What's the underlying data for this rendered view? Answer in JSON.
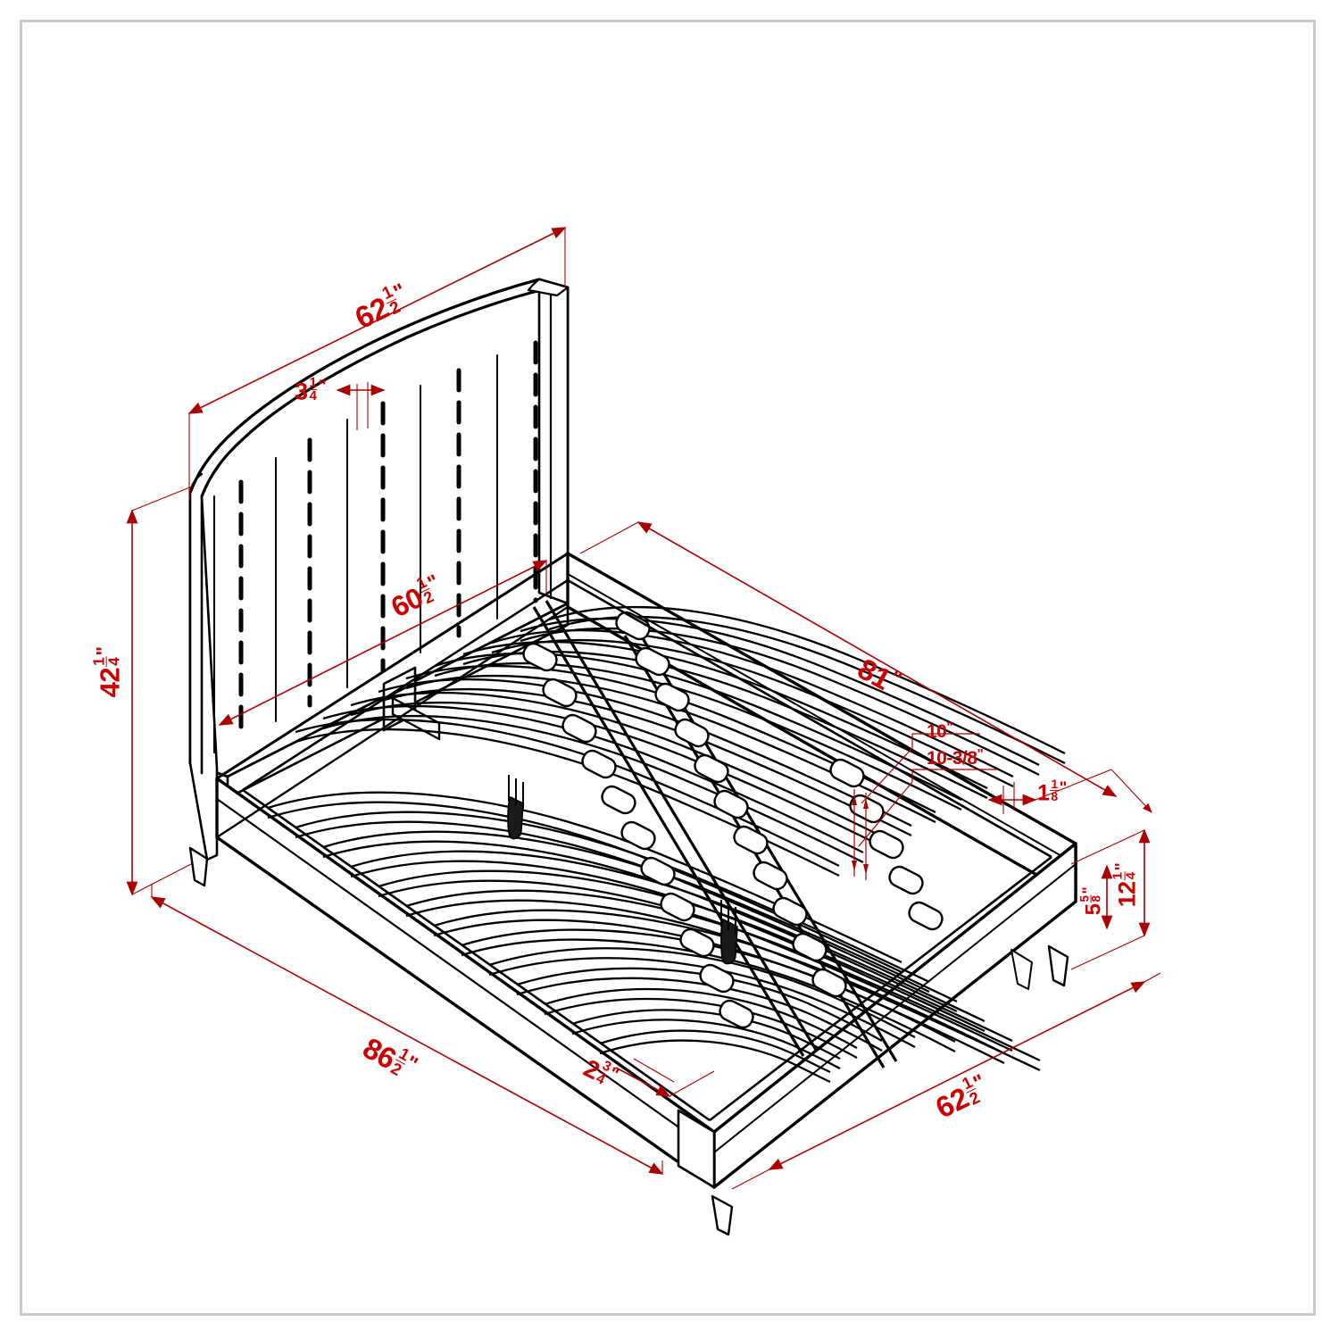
{
  "drawing": {
    "title": "Upholstered Platform Bed Frame - Dimensioned Isometric",
    "units": "inches",
    "line_color": "#000000",
    "dimension_color": "#cc0000",
    "border_color": "#c9c9c9",
    "background": "#ffffff"
  },
  "dimensions": {
    "headboard_top_width": {
      "whole": "62",
      "num": "1",
      "den": "2",
      "mark": "\"",
      "label": "62 1/2\""
    },
    "headboard_channel_spacing": {
      "whole": "3",
      "num": "1",
      "den": "4",
      "mark": "\"",
      "label": "3 1/4\""
    },
    "headboard_inner_width": {
      "whole": "60",
      "num": "1",
      "den": "2",
      "mark": "\"",
      "label": "60 1/2\""
    },
    "headboard_height": {
      "whole": "42",
      "num": "1",
      "den": "4",
      "mark": "\"",
      "label": "42 1/4\""
    },
    "frame_inner_length": {
      "whole": "81",
      "num": "",
      "den": "",
      "mark": "\"",
      "label": "81\""
    },
    "slat_spacing_top": {
      "whole": "10",
      "num": "",
      "den": "",
      "mark": "\"",
      "label": "10\""
    },
    "slat_spacing_bottom": {
      "whole": "10-3/8",
      "num": "",
      "den": "",
      "mark": "\"",
      "label": "10-3/8\""
    },
    "slat_thickness": {
      "whole": "1",
      "num": "1",
      "den": "8",
      "mark": "\"",
      "label": "1 1/8\""
    },
    "rail_height": {
      "whole": "12",
      "num": "1",
      "den": "4",
      "mark": "\"",
      "label": "12 1/4\""
    },
    "deck_height": {
      "whole": "5",
      "num": "5",
      "den": "8",
      "mark": "\"",
      "label": "5 5/8\""
    },
    "overall_length": {
      "whole": "86",
      "num": "1",
      "den": "2",
      "mark": "\"",
      "label": "86 1/2\""
    },
    "footboard_thickness": {
      "whole": "2",
      "num": "3",
      "den": "4",
      "mark": "\"",
      "label": "2 3/4\""
    },
    "overall_width": {
      "whole": "62",
      "num": "1",
      "den": "2",
      "mark": "\"",
      "label": "62 1/2\""
    }
  }
}
